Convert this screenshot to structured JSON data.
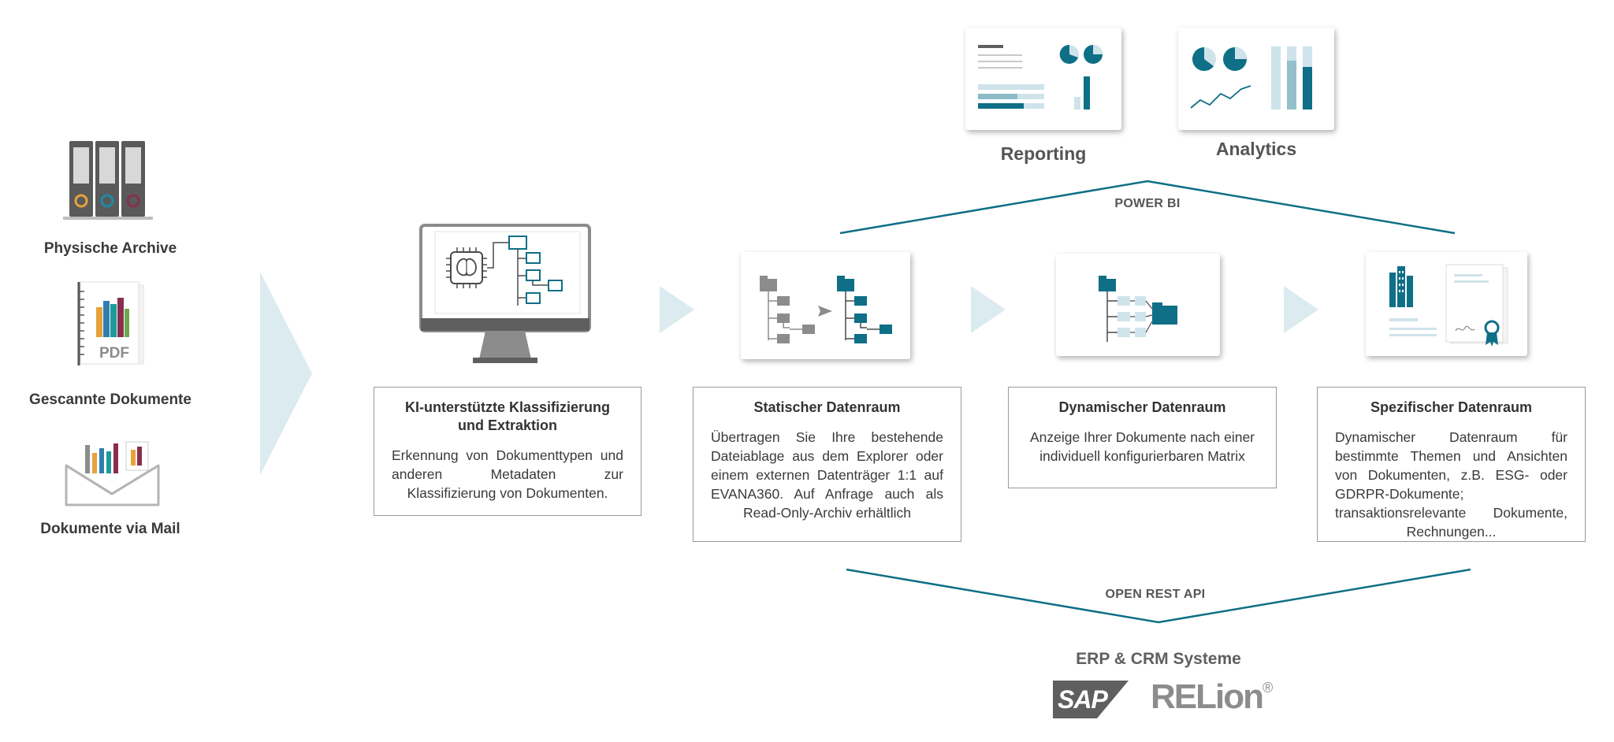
{
  "sources": [
    {
      "label": "Physische Archive",
      "icon": "binders-icon"
    },
    {
      "label": "Gescannte Dokumente",
      "icon": "pdf-document-icon",
      "badge": "PDF"
    },
    {
      "label": "Dokumente via Mail",
      "icon": "mail-envelope-icon"
    }
  ],
  "ai_box": {
    "title": "KI-unterstützte Klassifizierung und Extraktion",
    "text": "Erkennung von Dokumenttypen und anderen Metadaten zur Klassifizierung von Dokumenten."
  },
  "rooms": [
    {
      "title": "Statischer Datenraum",
      "text": "Übertragen Sie Ihre bestehende Dateiablage aus dem Explorer oder einem externen Datenträger 1:1 auf EVANA360. Auf Anfrage auch als Read-Only-Archiv erhältlich"
    },
    {
      "title": "Dynamischer Datenraum",
      "text": "Anzeige Ihrer Dokumente nach einer individuell konfigurierbaren Matrix"
    },
    {
      "title": "Spezifischer Datenraum",
      "text": "Dynamischer Datenraum für bestimmte Themen und Ansichten von Dokumenten, z.B. ESG- oder GDRPR-Dokumente; transaktionsrelevante Dokumente, Rechnungen..."
    }
  ],
  "top": {
    "reporting": "Reporting",
    "analytics": "Analytics",
    "power_bi": "POWER BI"
  },
  "bottom": {
    "api": "OPEN REST API",
    "erp": "ERP & CRM Systeme",
    "sap": "SAP",
    "relion": "RELion",
    "relion_mark": "®"
  },
  "colors": {
    "teal": "#0e6f86",
    "light_teal": "#cfe3ea",
    "gray": "#8c8c8c",
    "dark_gray": "#5f5f5f",
    "arrow": "#dcebef"
  }
}
